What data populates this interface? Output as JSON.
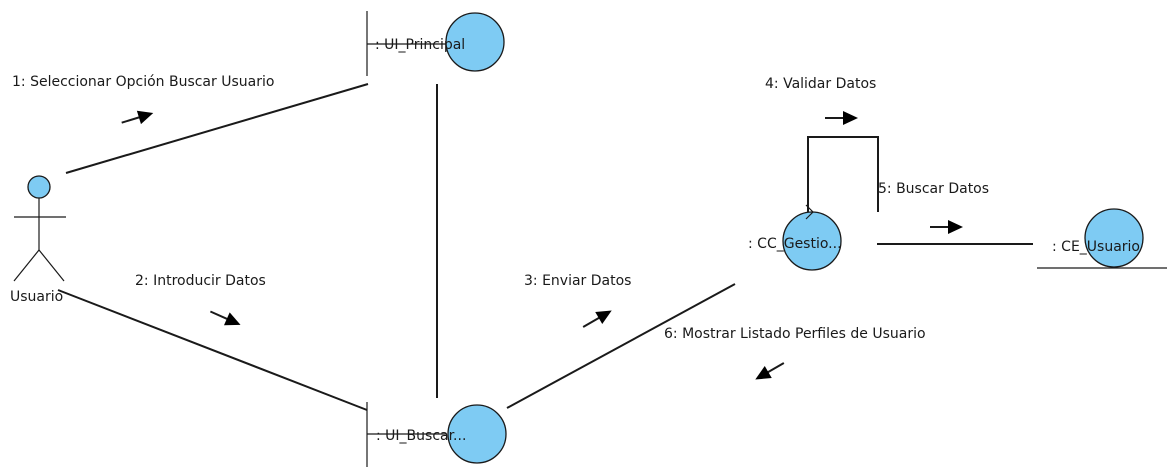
{
  "diagram": {
    "actor": {
      "name": "Usuario"
    },
    "objects": {
      "ui_principal": ": UI_Principal",
      "ui_buscar": ": UI_Buscar...",
      "cc_gestion": ": CC_Gestio...",
      "ce_usuario": ": CE_Usuario"
    },
    "messages": {
      "m1": "1: Seleccionar Opción Buscar Usuario",
      "m2": "2: Introducir Datos",
      "m3": "3: Enviar Datos",
      "m4": "4: Validar Datos",
      "m5": "5: Buscar Datos",
      "m6": "6: Mostrar Listado Perfiles de Usuario"
    },
    "colors": {
      "object_fill": "#7ecbf3",
      "line": "#1a1a1a",
      "arrow": "#000000"
    }
  }
}
